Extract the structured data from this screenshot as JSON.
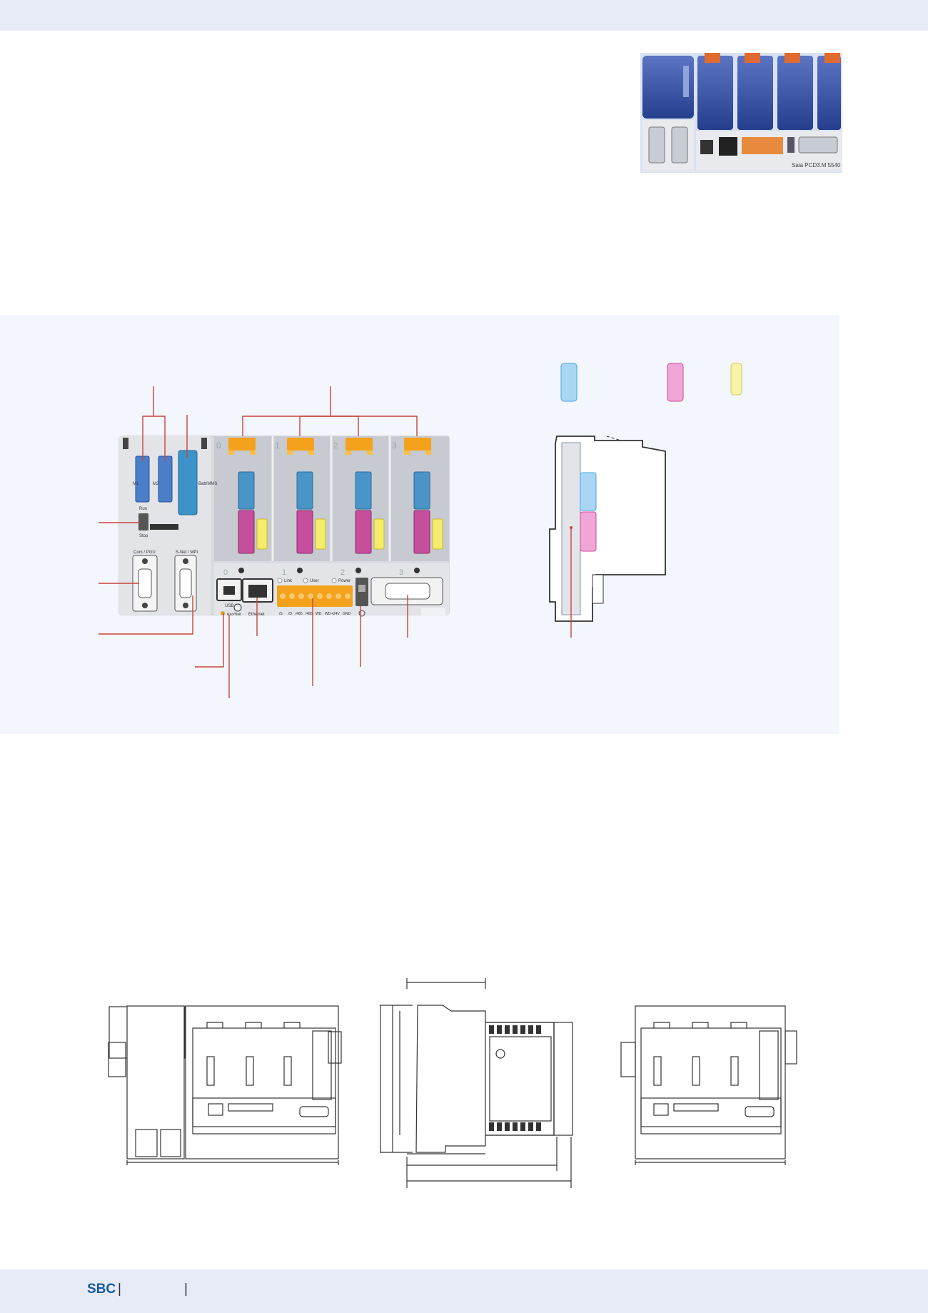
{
  "page": {
    "footer": {
      "brand": "SBC",
      "separator_1": "|",
      "separator_2": "|"
    }
  },
  "photo": {
    "product_label": "Saia PCD3.M 5540"
  },
  "front_view": {
    "slot_numbers_top": [
      "0",
      "1",
      "2",
      "3"
    ],
    "slot_numbers_bottom": [
      "0",
      "1",
      "2",
      "3"
    ],
    "memory_slots": [
      "M1",
      "M2"
    ],
    "battery_label": "Batt/MMS",
    "run_label": "Run",
    "stop_label": "Stop",
    "port_labels": [
      "Com / PGU",
      "S-Net / MPI"
    ],
    "usb_label": "USB",
    "ethernet_label": "Ethernet",
    "led_labels": [
      "Link",
      "User",
      "Power"
    ],
    "terminal_labels": [
      "/S",
      "/D",
      "/485",
      "/485",
      "WD",
      "WD",
      "+24V",
      "GND"
    ],
    "run_halt_label": "Run/Halt"
  },
  "legend_colors": {
    "blue": "#a8d6f3",
    "pink": "#f0a6d6",
    "yellow": "#f7f3a8"
  }
}
